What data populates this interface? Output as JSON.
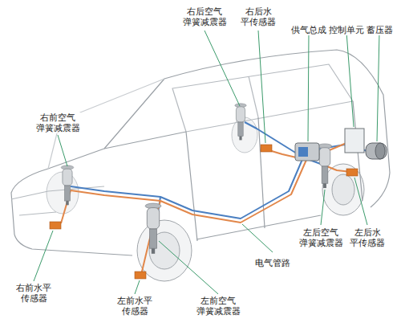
{
  "diagram": {
    "labels": [
      "右后空气 弹簧减震器",
      "右后水 平传感器",
      "供气总成",
      "控制单元",
      "蓄压器",
      "右前空气 弹簧减震器",
      "左后空气 弹簧减震器",
      "左后水 平传感器",
      "电气管路",
      "右前水平 传感器",
      "左前水平 传感器",
      "左前空气 弹簧减震器"
    ]
  }
}
